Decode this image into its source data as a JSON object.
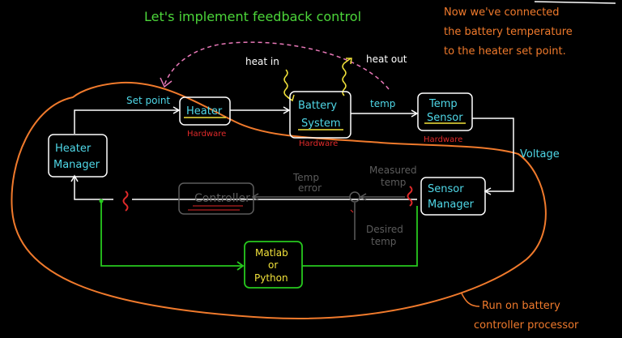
{
  "title": "Let's implement feedback control",
  "note_top_right": [
    "Now we've connected",
    "the battery temperature",
    "to the heater set point."
  ],
  "note_bottom_right": [
    "Run on battery",
    "controller processor"
  ],
  "blocks": {
    "heater_manager": [
      "Heater",
      "Manager"
    ],
    "heater": "Heater",
    "battery_system": [
      "Battery",
      "System"
    ],
    "temp_sensor": [
      "Temp",
      "Sensor"
    ],
    "sensor_manager": [
      "Sensor",
      "Manager"
    ],
    "controller": "Controller",
    "matlab": [
      "Matlab",
      "or",
      "Python"
    ]
  },
  "labels": {
    "set_point": "Set point",
    "temp": "temp",
    "voltage": "Voltage",
    "heat_in": "heat in",
    "heat_out": "heat out",
    "temp_error": [
      "Temp",
      "error"
    ],
    "measured_temp": [
      "Measured",
      "temp"
    ],
    "desired_temp": [
      "Desired",
      "temp"
    ],
    "hardware": "Hardware"
  },
  "colors": {
    "background": "#000000",
    "white": "#ffffff",
    "green_title": "#4cd63a",
    "orange": "#f07a2c",
    "cyan": "#4fd8e8",
    "yellow": "#f2e23a",
    "pink": "#e878b8",
    "red": "#e02a2a",
    "gray": "#5c5c5c",
    "green_loop": "#27c81e"
  }
}
